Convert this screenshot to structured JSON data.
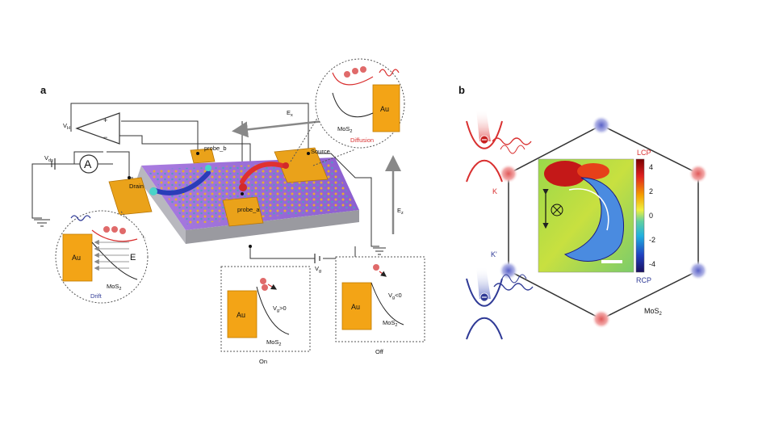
{
  "panel_a": {
    "label": "a",
    "amplifier": {
      "plus": "+",
      "minus": "−",
      "out": "V",
      "out_sub": "H"
    },
    "ammeter": "A",
    "vds": {
      "main": "V",
      "sub": "ds"
    },
    "ex": {
      "main": "E",
      "sub": "x"
    },
    "ez": {
      "main": "E",
      "sub": "z"
    },
    "vg": {
      "main": "V",
      "sub": "g"
    },
    "probe_b": "probe_b",
    "probe_a": "probe_a",
    "drain": "Drain",
    "source": "Source",
    "diffusion_inset": {
      "au": "Au",
      "mos2_main": "MoS",
      "mos2_sub": "2",
      "caption": "Diffusion"
    },
    "drift_inset": {
      "au": "Au",
      "e": "E",
      "mos2_main": "MoS",
      "mos2_sub": "2",
      "caption": "Drift"
    },
    "on_box": {
      "au": "Au",
      "vg_main": "V",
      "vg_sub": "g",
      "vg_rel": ">0",
      "mos2_main": "MoS",
      "mos2_sub": "2",
      "caption": "On"
    },
    "off_box": {
      "au": "Au",
      "vg_main": "V",
      "vg_sub": "g",
      "vg_rel": "<0",
      "mos2_main": "MoS",
      "mos2_sub": "2",
      "caption": "Off"
    }
  },
  "panel_b": {
    "label": "b",
    "k": "K",
    "kprime": "K'",
    "lcp": "LCP",
    "rcp": "RCP",
    "colorbar_ticks": [
      "4",
      "2",
      "0",
      "-2",
      "-4"
    ],
    "mos2_main": "MoS",
    "mos2_sub": "2",
    "otimes": "⊗"
  },
  "colors": {
    "red": "#d93030",
    "blue": "#2f3a96",
    "gold": "#f3a416",
    "purple": "#9a6fd6",
    "dark": "#333333"
  }
}
